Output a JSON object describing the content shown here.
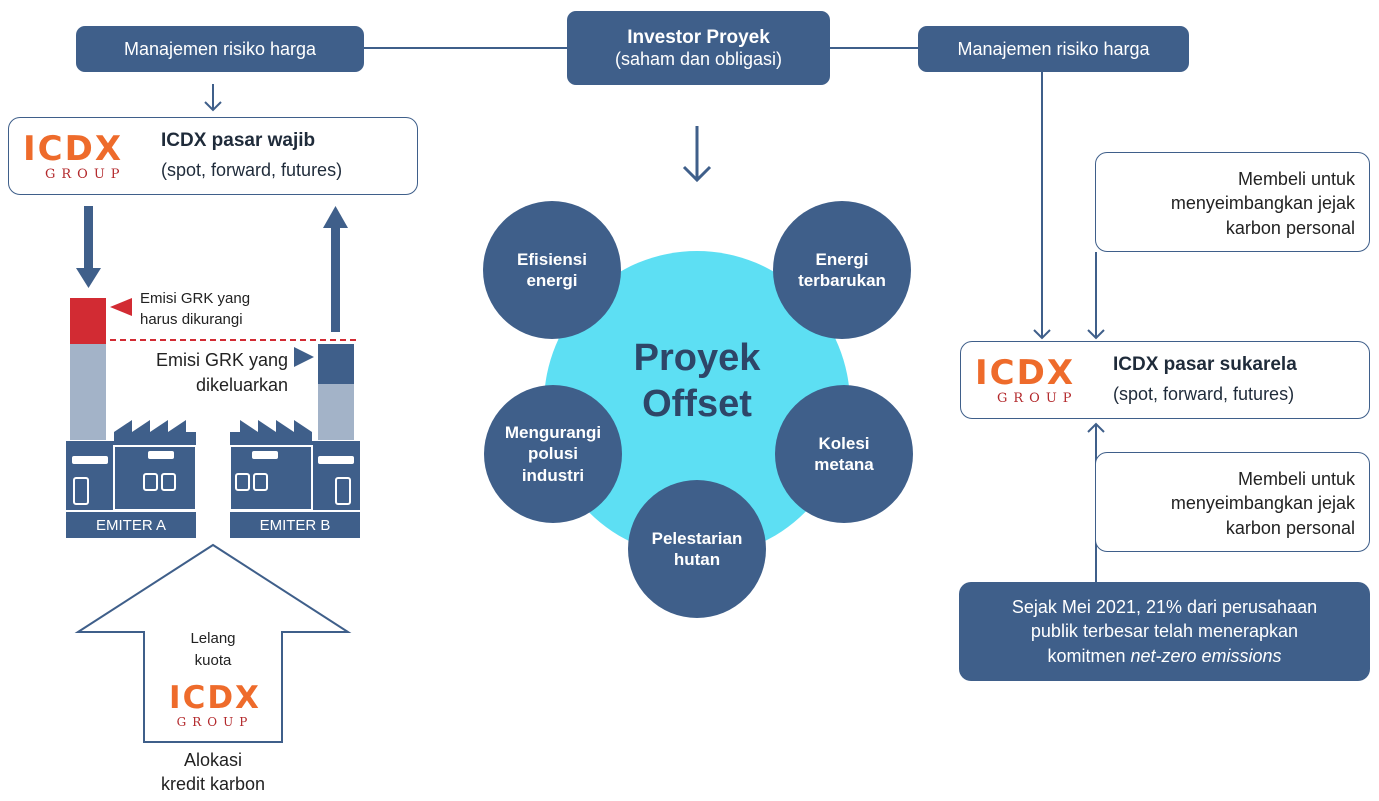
{
  "top": {
    "left_risk": "Manajemen risiko harga",
    "right_risk": "Manajemen risiko harga",
    "investor_title": "Investor Proyek",
    "investor_sub": "(saham dan obligasi)"
  },
  "logo": {
    "word": "ICDX",
    "sub": "GROUP"
  },
  "mandatory": {
    "title": "ICDX pasar wajib",
    "sub": "(spot, forward, futures)"
  },
  "voluntary": {
    "title": "ICDX pasar sukarela",
    "sub": "(spot, forward, futures)"
  },
  "emitters": {
    "reduce_note_line1": "Emisi GRK yang",
    "reduce_note_line2": "harus dikurangi",
    "emitted_line1": "Emisi GRK yang",
    "emitted_line2": "dikeluarkan",
    "a": "EMITER A",
    "b": "EMITER B"
  },
  "auction": {
    "line1": "Lelang",
    "line2": "kuota",
    "alloc_line1": "Alokasi",
    "alloc_line2": "kredit karbon"
  },
  "offset": {
    "center_line1": "Proyek",
    "center_line2": "Offset",
    "c1_l1": "Efisiensi",
    "c1_l2": "energi",
    "c2_l1": "Energi",
    "c2_l2": "terbarukan",
    "c3_l1": "Mengurangi",
    "c3_l2": "polusi",
    "c3_l3": "industri",
    "c4_l1": "Kolesi",
    "c4_l2": "metana",
    "c5_l1": "Pelestarian",
    "c5_l2": "hutan"
  },
  "right": {
    "buy1_l1": "Membeli untuk",
    "buy1_l2": "menyeimbangkan jejak",
    "buy1_l3": "karbon personal",
    "buy2_l1": "Membeli untuk",
    "buy2_l2": "menyeimbangkan jejak",
    "buy2_l3": "karbon personal",
    "note_l1": "Sejak Mei 2021, 21% dari perusahaan",
    "note_l2": "publik terbesar telah menerapkan",
    "note_l3_prefix": "komitmen ",
    "note_l3_italic": "net-zero emissions"
  },
  "colors": {
    "navy": "#3f5f8a",
    "cyan": "#5ddff3",
    "red": "#d22b33",
    "orange": "#ee6b2b",
    "gray_blue": "#a3b3c8"
  }
}
